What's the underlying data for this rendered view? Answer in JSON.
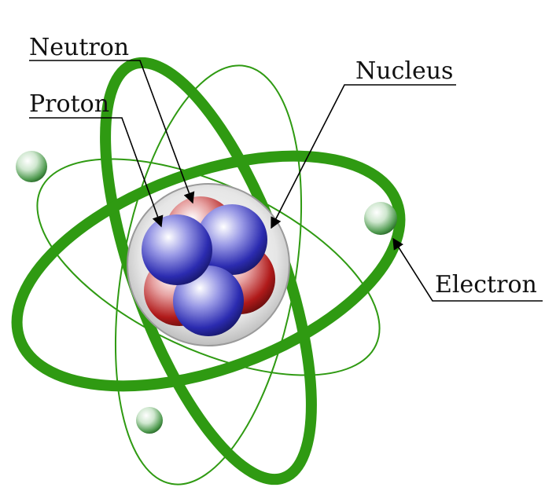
{
  "labels": {
    "neutron": "Neutron",
    "proton": "Proton",
    "nucleus": "Nucleus",
    "electron": "Electron"
  },
  "colors": {
    "orbit": "#2f9a12",
    "proton": "#2a2aa0",
    "neutron": "#b01818",
    "electron": "#2f7a2f",
    "leader": "#000000"
  }
}
